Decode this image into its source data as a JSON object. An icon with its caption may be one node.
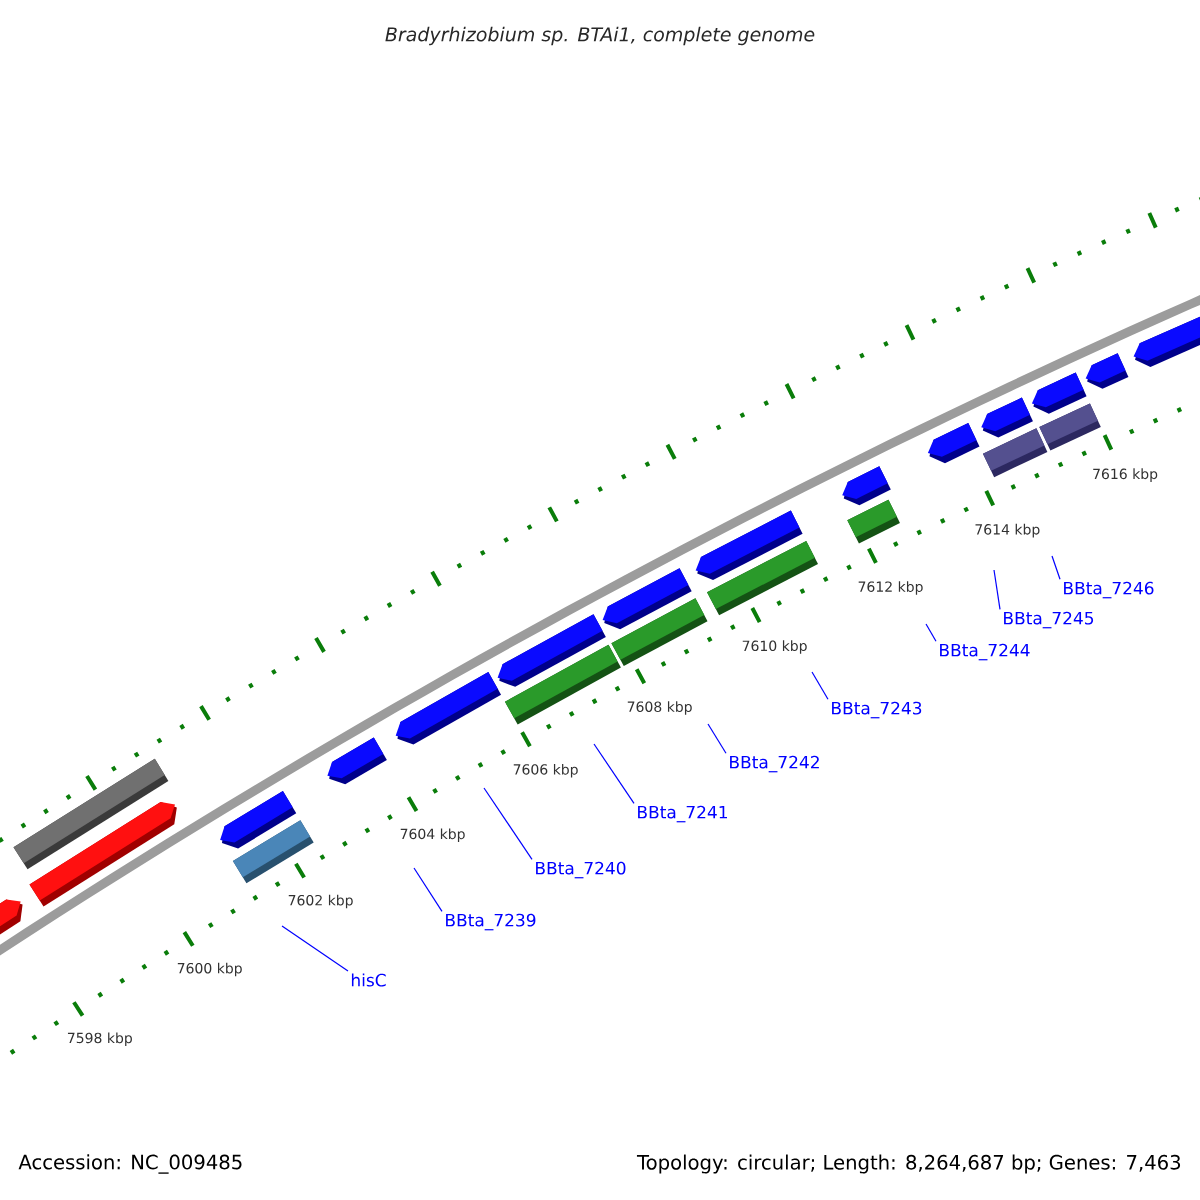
{
  "diagram": {
    "title": "Bradyrhizobium sp. BTAi1, complete genome",
    "nodes": [
      {
        "text": [
          "hisC"
        ]
      },
      {
        "text": [
          "BBta_7239"
        ]
      },
      {
        "text": [
          "BBta_7240"
        ]
      },
      {
        "text": [
          "BBta_7241"
        ]
      },
      {
        "text": [
          "BBta_7242"
        ]
      },
      {
        "text": [
          "BBta_7243"
        ]
      },
      {
        "text": [
          "BBta_7244"
        ]
      },
      {
        "text": [
          "BBta_7245"
        ]
      },
      {
        "text": [
          "BBta_7246"
        ]
      }
    ],
    "edges": [
      {
        "from": 0,
        "to": null,
        "arrow": "none"
      },
      {
        "from": 1,
        "to": null,
        "arrow": "none"
      },
      {
        "from": 2,
        "to": null,
        "arrow": "none"
      },
      {
        "from": 3,
        "to": null,
        "arrow": "none"
      },
      {
        "from": 4,
        "to": null,
        "arrow": "none"
      },
      {
        "from": 5,
        "to": null,
        "arrow": "none"
      },
      {
        "from": 6,
        "to": null,
        "arrow": "none"
      },
      {
        "from": 7,
        "to": null,
        "arrow": "none"
      },
      {
        "from": 8,
        "to": null,
        "arrow": "none"
      }
    ],
    "labels": [
      "7598 kbp",
      "7600 kbp",
      "7602 kbp",
      "7604 kbp",
      "7606 kbp",
      "7608 kbp",
      "7610 kbp",
      "7612 kbp",
      "7614 kbp",
      "7616 kbp",
      "Accession: NC_009485",
      "Topology: circular; Length: 8,264,687 bp; Genes: 7,463"
    ]
  }
}
